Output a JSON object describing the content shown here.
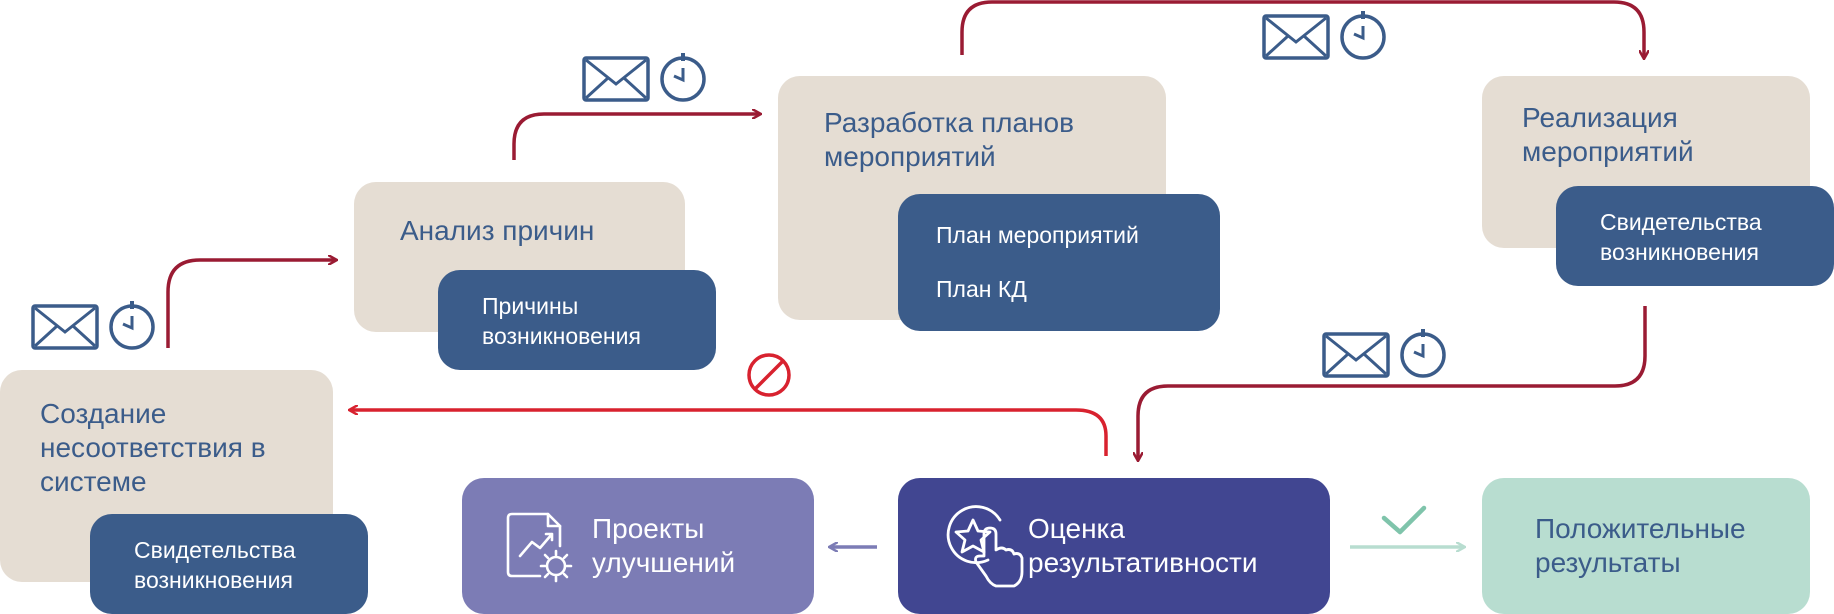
{
  "colors": {
    "beige": "#e5ddd3",
    "navy": "#3b5c8a",
    "indigo": "#414691",
    "lavender": "#7c7cb5",
    "mint": "#b8ddd0",
    "red_arrow": "#9a1b33",
    "stop_red": "#d8222f",
    "check_green": "#7fc4ab"
  },
  "steps": {
    "creation": {
      "title": "Создание\nнесоответствия в\nсистеме",
      "sub": "Свидетельства\nвозникновения"
    },
    "analysis": {
      "title": "Анализ причин",
      "sub": "Причины\nвозникновения"
    },
    "planning": {
      "title": "Разработка планов\nмероприятий",
      "sub_items": [
        "План мероприятий",
        "План КД"
      ]
    },
    "implementation": {
      "title": "Реализация\nмероприятий",
      "sub": "Свидетельства\nвозникновения"
    },
    "evaluation": {
      "title": "Оценка\nрезультативности",
      "icon": "star-hand-icon"
    },
    "improvement": {
      "title": "Проекты\nулучшений",
      "icon": "chart-gear-document-icon"
    },
    "positive": {
      "title": "Положительные\nрезультаты"
    }
  },
  "icons": [
    "envelope-icon",
    "clock-icon",
    "stop-icon",
    "check-icon"
  ]
}
